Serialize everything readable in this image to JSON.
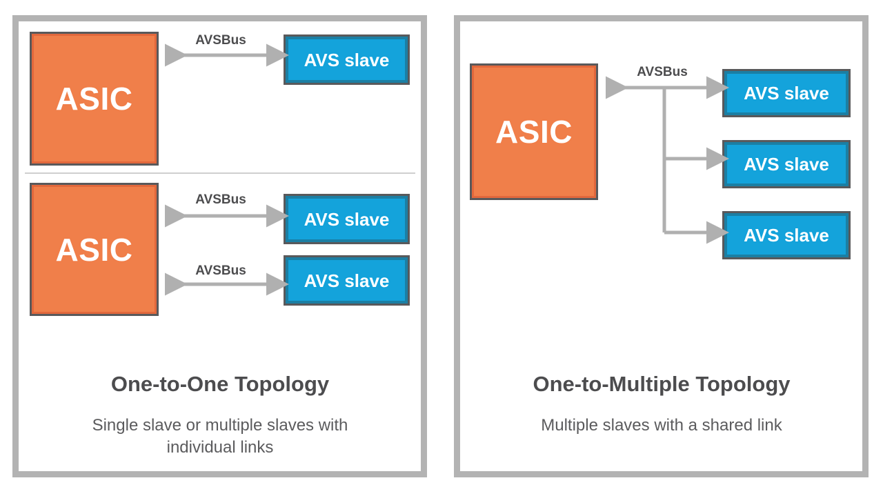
{
  "diagram": {
    "accent_orange": "#f07f4a",
    "accent_blue": "#14a3db",
    "panel_border": "#b3b3b3",
    "arrow_color": "#b0b0b0",
    "text_dark": "#4c4c4e"
  },
  "panels": [
    {
      "id": "one-to-one",
      "title": "One-to-One Topology",
      "subtitle": "Single slave or multiple slaves with individual links",
      "subtitle_line1": "Single slave or multiple slaves with",
      "subtitle_line2": "individual links",
      "groups": [
        {
          "id": "single-slave",
          "master": "ASIC",
          "links": [
            {
              "label": "AVSBus",
              "target": "AVS slave",
              "direction": "bidirectional"
            }
          ]
        },
        {
          "id": "multi-slave-individual",
          "master": "ASIC",
          "links": [
            {
              "label": "AVSBus",
              "target": "AVS slave",
              "direction": "bidirectional"
            },
            {
              "label": "AVSBus",
              "target": "AVS slave",
              "direction": "bidirectional"
            }
          ]
        }
      ]
    },
    {
      "id": "one-to-multiple",
      "title": "One-to-Multiple Topology",
      "subtitle": "Multiple slaves with a shared link",
      "groups": [
        {
          "id": "shared-bus",
          "master": "ASIC",
          "bus_label": "AVSBus",
          "links": [
            {
              "target": "AVS slave",
              "direction": "bidirectional"
            },
            {
              "target": "AVS slave",
              "direction": "right"
            },
            {
              "target": "AVS slave",
              "direction": "right"
            }
          ]
        }
      ]
    }
  ]
}
